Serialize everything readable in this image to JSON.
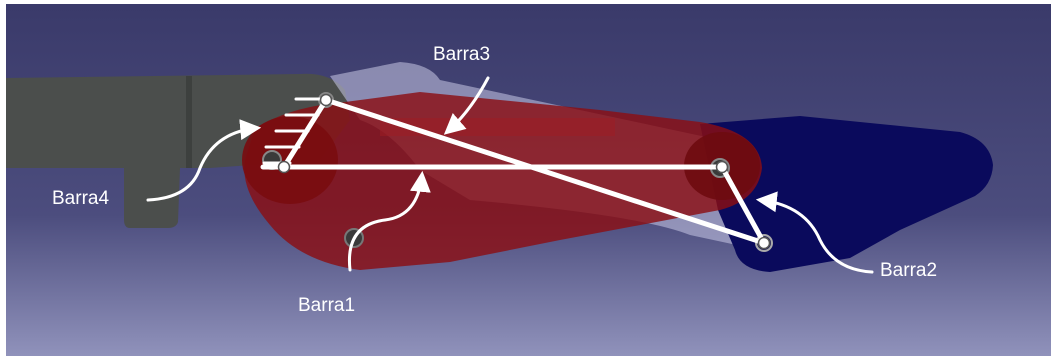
{
  "labels": {
    "barra1": "Barra1",
    "barra2": "Barra2",
    "barra3": "Barra3",
    "barra4": "Barra4"
  },
  "colors": {
    "background_top": "#3a3a6a",
    "background_bottom": "#8f90ba",
    "red_link": "#8b0f14",
    "blue_part": "#0a0a5c",
    "grey_part": "#4b4e4c",
    "lines": "#ffffff"
  }
}
